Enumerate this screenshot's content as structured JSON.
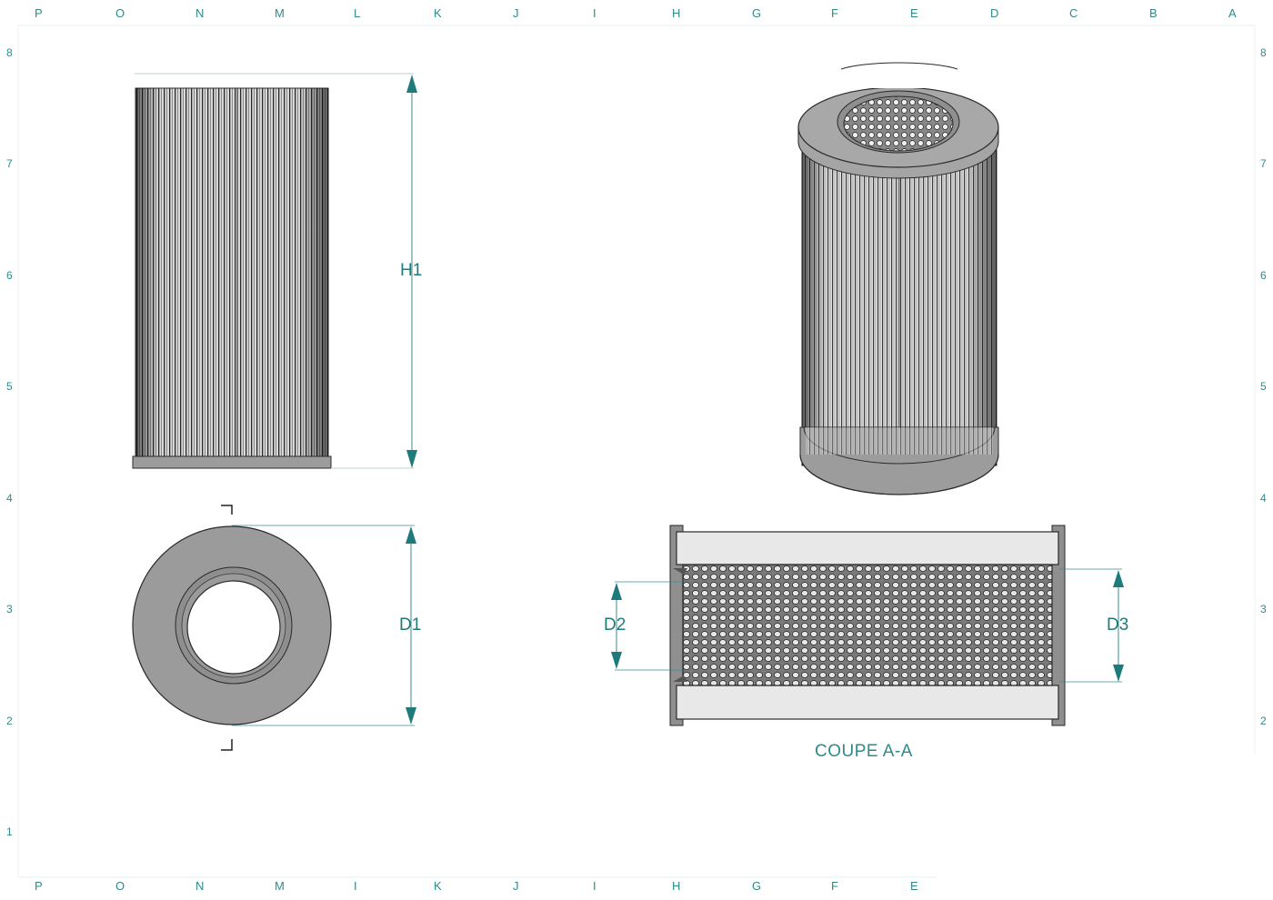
{
  "border": {
    "top_letters": [
      "P",
      "O",
      "N",
      "M",
      "L",
      "K",
      "J",
      "I",
      "H",
      "G",
      "F",
      "E",
      "D",
      "C",
      "B",
      "A"
    ],
    "bottom_letters": [
      "P",
      "O",
      "N",
      "M",
      "I",
      "K",
      "J",
      "I",
      "H",
      "G",
      "F",
      "E"
    ],
    "left_numbers": [
      "8",
      "7",
      "6",
      "5",
      "4",
      "3",
      "2",
      "1"
    ],
    "right_numbers": [
      "8",
      "7",
      "6",
      "5",
      "4",
      "3",
      "2"
    ]
  },
  "dimensions": {
    "h1": "H1",
    "d1": "D1",
    "d2": "D2",
    "d3": "D3"
  },
  "section": {
    "caption": "COUPE A-A"
  },
  "colors": {
    "dimension": "#1f7b7b",
    "frame": "#2f8a8a",
    "body": "#9a9a9a",
    "outline": "#2a2a2a"
  }
}
